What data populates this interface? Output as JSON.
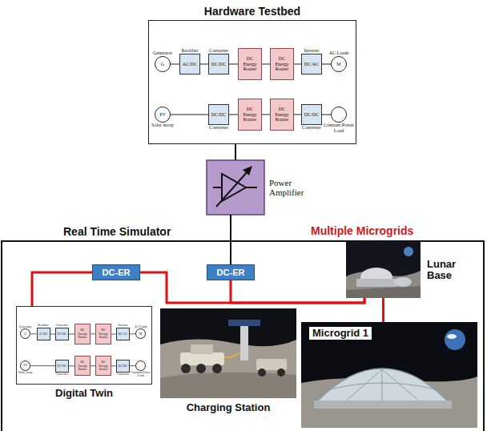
{
  "diagram": {
    "nodes": [
      {
        "text": [
          "Hardware Testbed"
        ]
      },
      {
        "text": [
          "Generator",
          "G"
        ],
        "in": 0
      },
      {
        "text": [
          "Rectifier",
          "AC/DC"
        ],
        "in": 0
      },
      {
        "text": [
          "Converter",
          "DC/DC"
        ],
        "in": 0
      },
      {
        "text": [
          "DC Energy Router"
        ],
        "in": 0
      },
      {
        "text": [
          "DC Energy Router"
        ],
        "in": 0
      },
      {
        "text": [
          "Inverter",
          "DC/AC"
        ],
        "in": 0
      },
      {
        "text": [
          "AC Loads",
          "M"
        ],
        "in": 0
      },
      {
        "text": [
          "PV",
          "Solar Array"
        ],
        "in": 0
      },
      {
        "text": [
          "DC/DC",
          "Converter"
        ],
        "in": 0
      },
      {
        "text": [
          "DC Energy Router"
        ],
        "in": 0
      },
      {
        "text": [
          "DC Energy Router"
        ],
        "in": 0
      },
      {
        "text": [
          "DC/DC",
          "Converter"
        ],
        "in": 0
      },
      {
        "text": [
          "Constant Power Load"
        ],
        "in": 0
      },
      {
        "text": [
          "Power Amplifier"
        ]
      },
      {
        "text": [
          "Real Time Simulator"
        ]
      },
      {
        "text": [
          "DC-ER"
        ],
        "in": 15
      },
      {
        "text": [
          "DC-ER"
        ],
        "in": 15
      },
      {
        "text": [
          "Lunar Base"
        ],
        "in": 15
      },
      {
        "text": [
          "Digital Twin"
        ],
        "in": 15
      },
      {
        "text": [
          "Generator",
          "G"
        ],
        "in": 19
      },
      {
        "text": [
          "Rectifier",
          "AC/DC"
        ],
        "in": 19
      },
      {
        "text": [
          "Converter",
          "DC/DC"
        ],
        "in": 19
      },
      {
        "text": [
          "DC Energy Router"
        ],
        "in": 19
      },
      {
        "text": [
          "DC Energy Router"
        ],
        "in": 19
      },
      {
        "text": [
          "Inverter",
          "DC/AC"
        ],
        "in": 19
      },
      {
        "text": [
          "AC Loads",
          "M"
        ],
        "in": 19
      },
      {
        "text": [
          "PV",
          "Solar Array"
        ],
        "in": 19
      },
      {
        "text": [
          "DC/DC",
          "Converter"
        ],
        "in": 19
      },
      {
        "text": [
          "DC Energy Router"
        ],
        "in": 19
      },
      {
        "text": [
          "DC Energy Router"
        ],
        "in": 19
      },
      {
        "text": [
          "DC/DC",
          "Converter"
        ],
        "in": 19
      },
      {
        "text": [
          "Constant Power Load"
        ],
        "in": 19
      },
      {
        "text": [
          "Charging Station"
        ],
        "in": 15
      },
      {
        "text": [
          "Microgrid 1"
        ],
        "in": 15
      }
    ],
    "edges": [
      {
        "from": 0,
        "to": 14,
        "arrow": "none"
      },
      {
        "from": 14,
        "to": 17,
        "arrow": "none"
      },
      {
        "from": 16,
        "to": 19,
        "arrow": "none"
      },
      {
        "from": 16,
        "to": 18,
        "arrow": "none"
      },
      {
        "from": 17,
        "to": 18,
        "arrow": "none"
      },
      {
        "from": 18,
        "to": 34,
        "arrow": "none"
      },
      {
        "from": 1,
        "to": 2,
        "arrow": "none"
      },
      {
        "from": 2,
        "to": 3,
        "arrow": "none"
      },
      {
        "from": 3,
        "to": 4,
        "arrow": "none"
      },
      {
        "from": 4,
        "to": 5,
        "arrow": "none"
      },
      {
        "from": 5,
        "to": 6,
        "arrow": "none"
      },
      {
        "from": 6,
        "to": 7,
        "arrow": "none"
      },
      {
        "from": 8,
        "to": 9,
        "arrow": "none"
      },
      {
        "from": 9,
        "to": 10,
        "arrow": "none"
      },
      {
        "from": 10,
        "to": 11,
        "arrow": "none"
      },
      {
        "from": 11,
        "to": 12,
        "arrow": "none"
      },
      {
        "from": 12,
        "to": 13,
        "arrow": "none"
      },
      {
        "from": 20,
        "to": 21,
        "arrow": "none"
      },
      {
        "from": 21,
        "to": 22,
        "arrow": "none"
      },
      {
        "from": 22,
        "to": 23,
        "arrow": "none"
      },
      {
        "from": 23,
        "to": 24,
        "arrow": "none"
      },
      {
        "from": 24,
        "to": 25,
        "arrow": "none"
      },
      {
        "from": 25,
        "to": 26,
        "arrow": "none"
      },
      {
        "from": 27,
        "to": 28,
        "arrow": "none"
      },
      {
        "from": 28,
        "to": 29,
        "arrow": "none"
      },
      {
        "from": 29,
        "to": 30,
        "arrow": "none"
      },
      {
        "from": 30,
        "to": 31,
        "arrow": "none"
      },
      {
        "from": 31,
        "to": 32,
        "arrow": "none"
      }
    ],
    "labels": [
      "Multiple Microgrids"
    ]
  }
}
